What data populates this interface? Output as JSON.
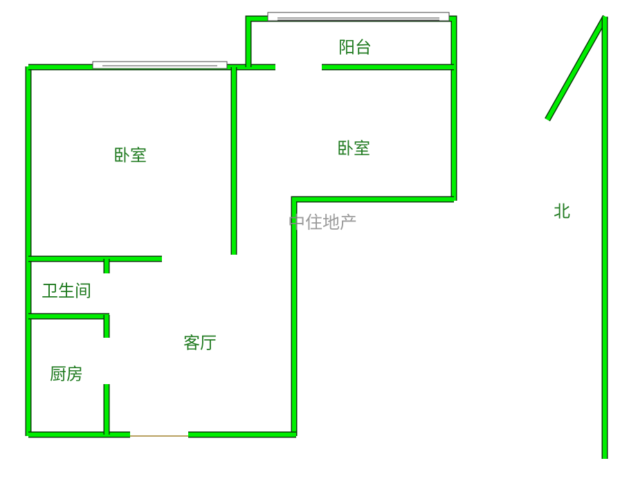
{
  "rooms": {
    "bedroom_left": "卧室",
    "balcony": "阳台",
    "bedroom_right": "卧室",
    "bathroom": "卫生间",
    "living_room": "客厅",
    "kitchen": "厨房"
  },
  "watermark": "中住地产",
  "north_label": "北",
  "colors": {
    "wall": "#00ee00",
    "wall_edge": "#0a3a0a",
    "text": "#1f7a1f",
    "door": "#b8a060"
  }
}
